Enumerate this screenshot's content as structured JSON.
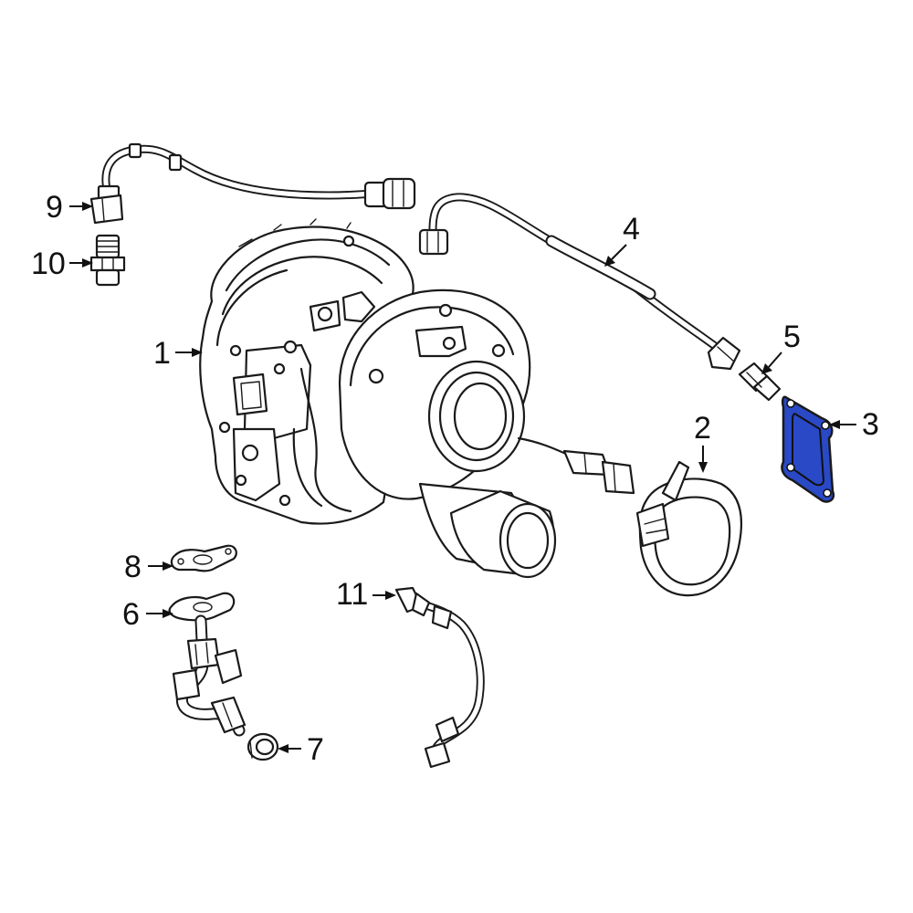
{
  "highlight_color": "#2a49c6",
  "callouts": [
    {
      "id": "1",
      "label": "1"
    },
    {
      "id": "2",
      "label": "2"
    },
    {
      "id": "3",
      "label": "3"
    },
    {
      "id": "4",
      "label": "4"
    },
    {
      "id": "5",
      "label": "5"
    },
    {
      "id": "6",
      "label": "6"
    },
    {
      "id": "7",
      "label": "7"
    },
    {
      "id": "8",
      "label": "8"
    },
    {
      "id": "9",
      "label": "9"
    },
    {
      "id": "10",
      "label": "10"
    },
    {
      "id": "11",
      "label": "11"
    }
  ],
  "highlighted_part": "3"
}
